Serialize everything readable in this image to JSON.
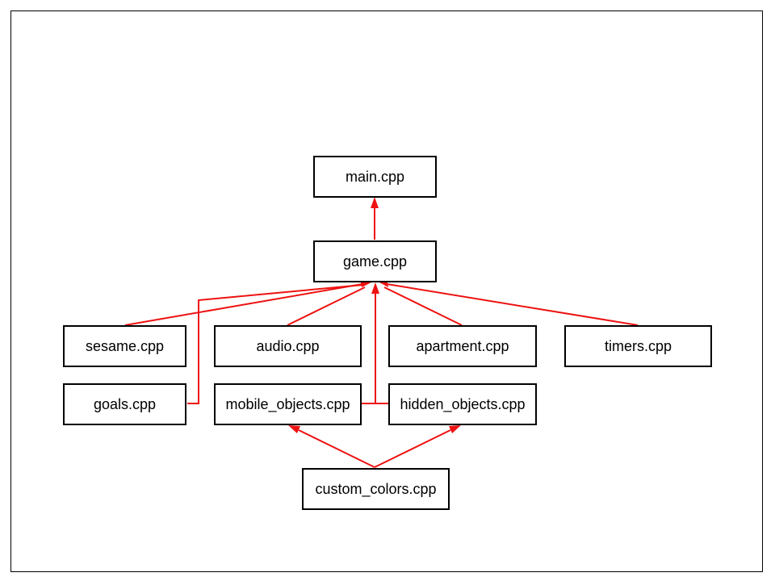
{
  "diagram": {
    "edge_color": "#ee1111",
    "nodes": {
      "main": "main.cpp",
      "game": "game.cpp",
      "sesame": "sesame.cpp",
      "audio": "audio.cpp",
      "apartment": "apartment.cpp",
      "timers": "timers.cpp",
      "goals": "goals.cpp",
      "mobile_objects": "mobile_objects.cpp",
      "hidden_objects": "hidden_objects.cpp",
      "custom_colors": "custom_colors.cpp"
    },
    "edges": [
      {
        "from": "game",
        "to": "main"
      },
      {
        "from": "sesame",
        "to": "game"
      },
      {
        "from": "goals",
        "to": "game"
      },
      {
        "from": "audio",
        "to": "game"
      },
      {
        "from": "mobile_objects",
        "to": "game"
      },
      {
        "from": "hidden_objects",
        "to": "game"
      },
      {
        "from": "apartment",
        "to": "game"
      },
      {
        "from": "timers",
        "to": "game"
      },
      {
        "from": "custom_colors",
        "to": "mobile_objects"
      },
      {
        "from": "custom_colors",
        "to": "hidden_objects"
      }
    ]
  }
}
